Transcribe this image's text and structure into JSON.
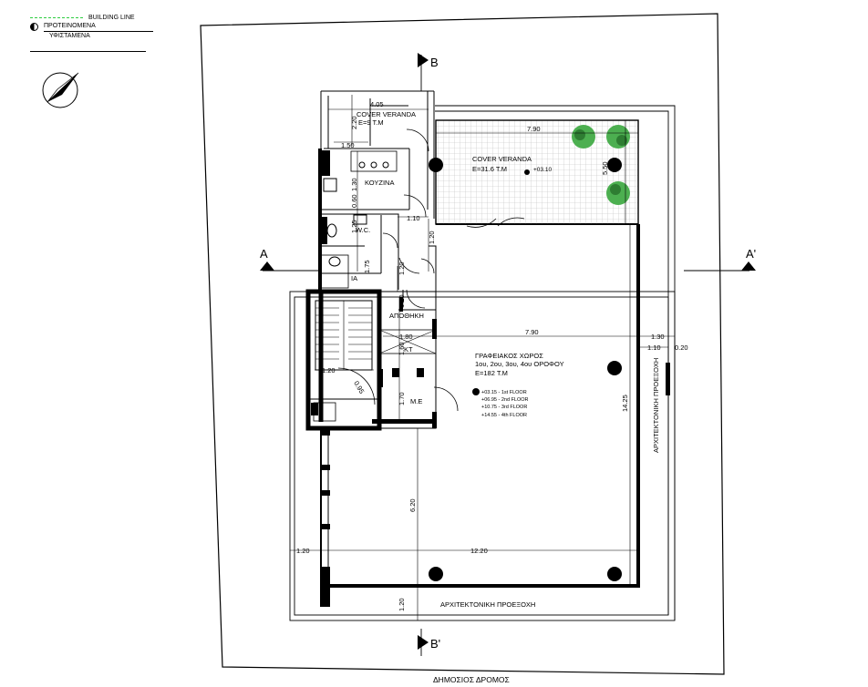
{
  "legend": {
    "building_line": "BUILDING LINE",
    "proposed": "ΠΡΟΤΕΙΝΟΜΕΝΑ",
    "existing": "ΥΦΙΣΤΑΜΕΝΑ",
    "building_line_color": "#2ecc40"
  },
  "sections": {
    "b_top": "B",
    "b_bottom": "B'",
    "a_left": "A",
    "a_right": "A'"
  },
  "rooms": {
    "cover_veranda_small": "COVER VERANDA",
    "cover_veranda_small_area": "E=9 T.M",
    "cover_veranda_large": "COVER VERANDA",
    "cover_veranda_large_area": "E=31.6 T.M",
    "veranda_level": "+03.10",
    "kitchen": "ΚΟΥΖΙΝΑ",
    "wc": "W.C.",
    "storage": "ΑΠΟΘΗΚΗ",
    "storage_partial": "ΙΑ",
    "shaft": "ΚΤ",
    "me": "M.E",
    "office_title": "ΓΡΑΦΕΙΑΚΟΣ ΧΩΡΟΣ",
    "office_floors": "1ου, 2ου, 3ου, 4ου ΟΡΟΦΟΥ",
    "office_area": "E=182 T.M",
    "projection_bottom": "ΑΡΧΙΤΕΚΤΟΝΙΚΗ ΠΡΟΕΞΟΧΗ",
    "projection_right": "ΑΡΧΙΤΕΚΤΟΝΙΚΗ ΠΡΟΕΞΟΧΗ",
    "road": "ΔΗΜΟΣΙΟΣ ΔΡΟΜΟΣ"
  },
  "floor_levels": [
    "+03.15 - 1st FLOOR",
    "+06.95 - 2nd FLOOR",
    "+10.75 - 3rd FLOOR",
    "+14.55 - 4th FLOOR"
  ],
  "dimensions": {
    "d_405": "4.05",
    "d_220": "2.20",
    "d_150": "1.50",
    "d_790_top": "7.90",
    "d_550": "5.50",
    "d_130_left": "1.30",
    "d_060": "0.60",
    "d_125": "1.25",
    "d_110_kitchen": "1.10",
    "d_120_a": "1.20",
    "d_120_b": "1.20",
    "d_175": "1.75",
    "d_120_c": "1.20",
    "d_180": "1.80",
    "d_790_mid": "7.90",
    "d_130_right": "1.30",
    "d_110_right": "1.10",
    "d_020": "0.20",
    "d_160": "1.60",
    "d_120_stair": "1.20",
    "d_095": "0.95",
    "d_170": "1.70",
    "d_1425": "14.25",
    "d_620": "6.20",
    "d_120_bottom_left": "1.20",
    "d_1220": "12.20",
    "d_120_bottom": "1.20"
  },
  "colors": {
    "wall": "#000000",
    "tile": "#bdbdbd",
    "plant": "#4caf50",
    "plant_dark": "#2e7d32"
  }
}
